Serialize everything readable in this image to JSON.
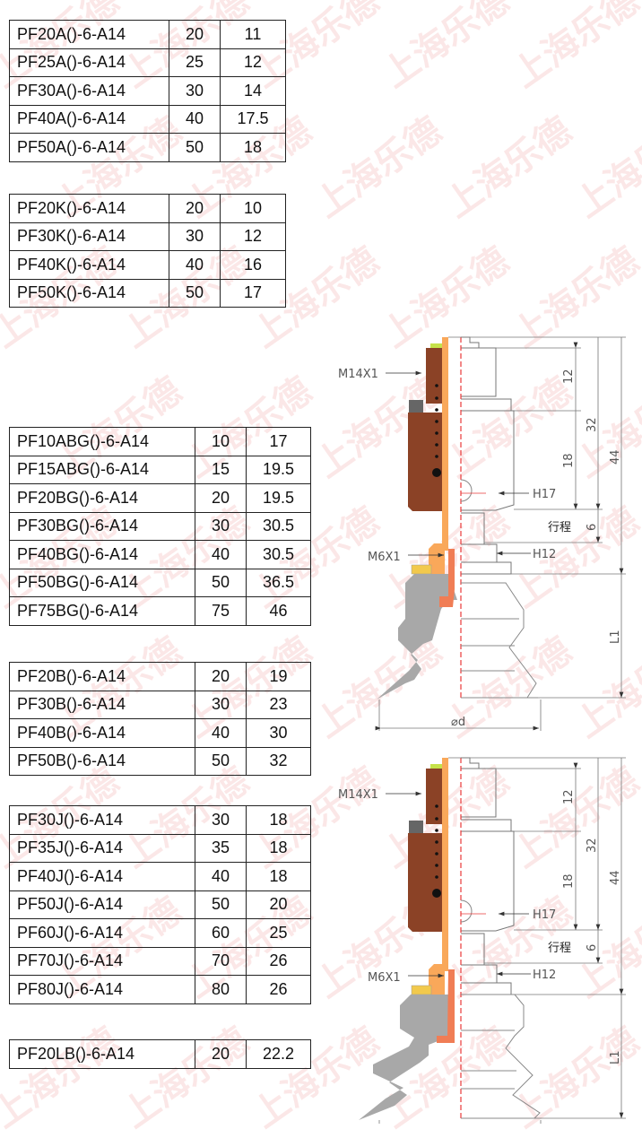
{
  "watermark": "上海乐德",
  "tables": [
    {
      "name": "series-a",
      "rows": [
        [
          "PF20A()-6-A14",
          "20",
          "11"
        ],
        [
          "PF25A()-6-A14",
          "25",
          "12"
        ],
        [
          "PF30A()-6-A14",
          "30",
          "14"
        ],
        [
          "PF40A()-6-A14",
          "40",
          "17.5"
        ],
        [
          "PF50A()-6-A14",
          "50",
          "18"
        ]
      ]
    },
    {
      "name": "series-k",
      "rows": [
        [
          "PF20K()-6-A14",
          "20",
          "10"
        ],
        [
          "PF30K()-6-A14",
          "30",
          "12"
        ],
        [
          "PF40K()-6-A14",
          "40",
          "16"
        ],
        [
          "PF50K()-6-A14",
          "50",
          "17"
        ]
      ]
    },
    {
      "name": "series-bg",
      "rows": [
        [
          "PF10ABG()-6-A14",
          "10",
          "17"
        ],
        [
          "PF15ABG()-6-A14",
          "15",
          "19.5"
        ],
        [
          "PF20BG()-6-A14",
          "20",
          "19.5"
        ],
        [
          "PF30BG()-6-A14",
          "30",
          "30.5"
        ],
        [
          "PF40BG()-6-A14",
          "40",
          "30.5"
        ],
        [
          "PF50BG()-6-A14",
          "50",
          "36.5"
        ],
        [
          "PF75BG()-6-A14",
          "75",
          "46"
        ]
      ]
    },
    {
      "name": "series-b",
      "rows": [
        [
          "PF20B()-6-A14",
          "20",
          "19"
        ],
        [
          "PF30B()-6-A14",
          "30",
          "23"
        ],
        [
          "PF40B()-6-A14",
          "40",
          "30"
        ],
        [
          "PF50B()-6-A14",
          "50",
          "32"
        ]
      ]
    },
    {
      "name": "series-j",
      "rows": [
        [
          "PF30J()-6-A14",
          "30",
          "18"
        ],
        [
          "PF35J()-6-A14",
          "35",
          "18"
        ],
        [
          "PF40J()-6-A14",
          "40",
          "18"
        ],
        [
          "PF50J()-6-A14",
          "50",
          "20"
        ],
        [
          "PF60J()-6-A14",
          "60",
          "25"
        ],
        [
          "PF70J()-6-A14",
          "70",
          "26"
        ],
        [
          "PF80J()-6-A14",
          "80",
          "26"
        ]
      ]
    },
    {
      "name": "series-lb",
      "rows": [
        [
          "PF20LB()-6-A14",
          "20",
          "22.2"
        ]
      ]
    }
  ],
  "diagram": {
    "thread_top": "M14X1",
    "thread_bottom": "M6X1",
    "hex_top": "H17",
    "hex_bottom": "H12",
    "stroke_label": "行程",
    "dim_12": "12",
    "dim_18": "18",
    "dim_32": "32",
    "dim_44": "44",
    "dim_6": "6",
    "dim_l1": "L1",
    "dim_d": "⌀d"
  },
  "colors": {
    "body": "#8b4226",
    "tube": "#f9a85a",
    "cup": "#a8a8a8",
    "insert": "#f07d55",
    "washer": "#f2c94c",
    "centerline": "#e83a3a"
  }
}
